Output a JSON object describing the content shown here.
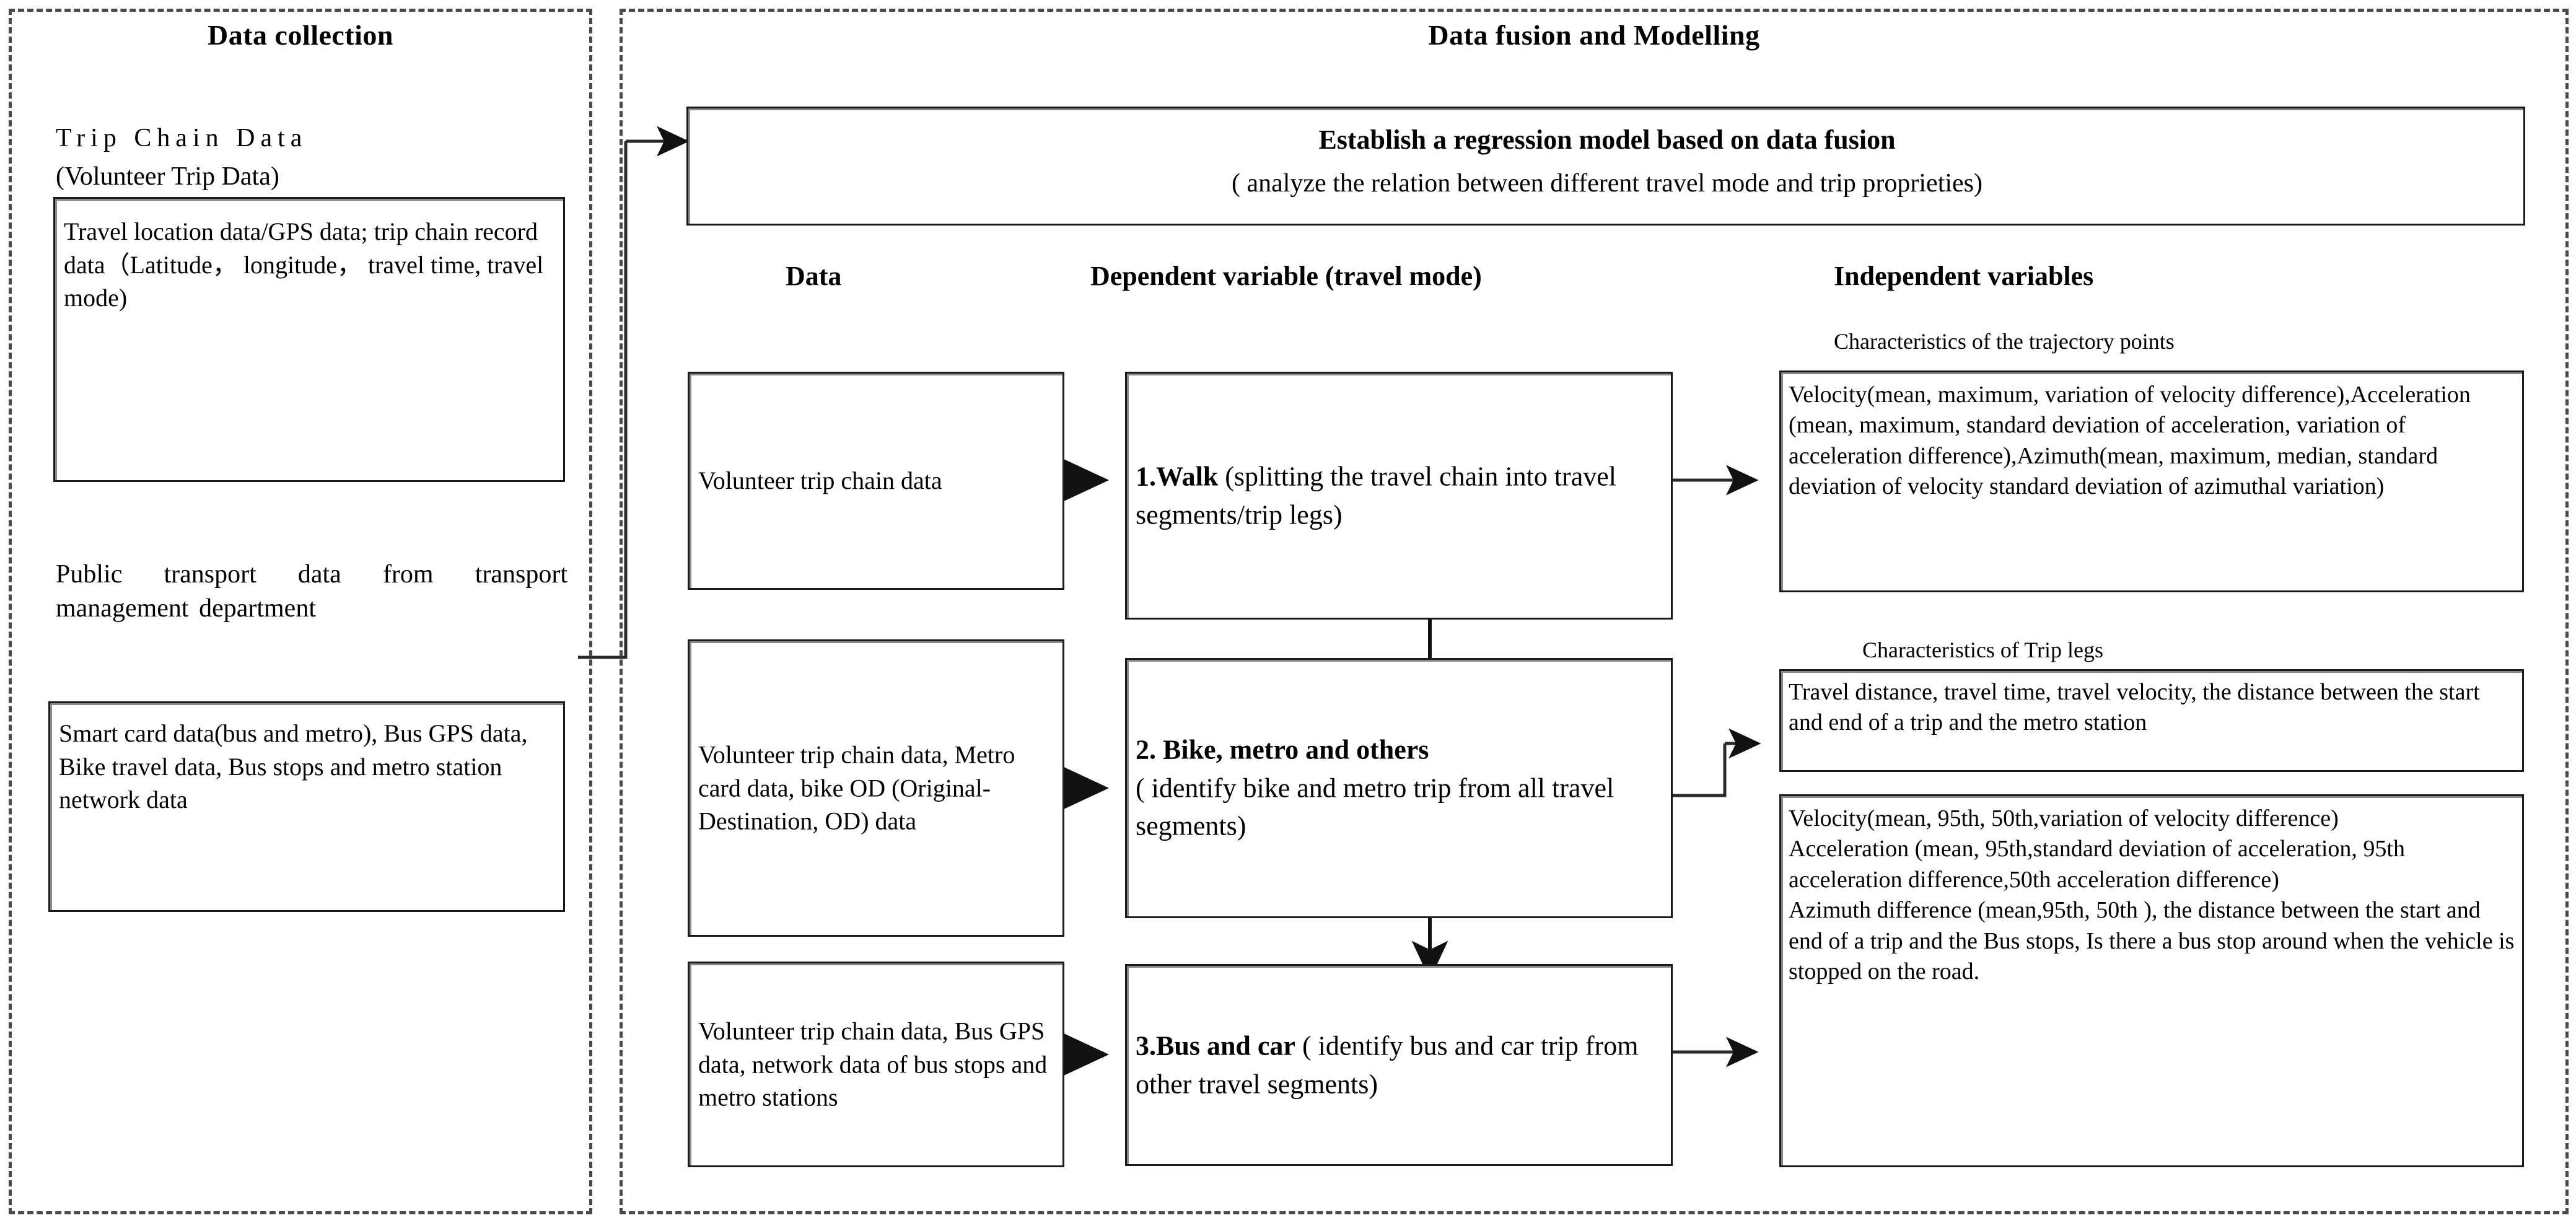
{
  "panels": {
    "left": {
      "title": "Data collection"
    },
    "right": {
      "title": "Data fusion and Modelling"
    }
  },
  "left_panel": {
    "source1": {
      "caption_line1": "Trip Chain Data",
      "caption_line2": "(Volunteer Trip Data)",
      "box_text": "Travel location data/GPS data; trip chain record data（Latitude， longitude， travel time, travel mode)"
    },
    "source2": {
      "caption": "Public transport data from transport management department",
      "box_text": "Smart card data(bus and metro), Bus GPS data, Bike travel data, Bus stops and metro station network data"
    }
  },
  "right_panel": {
    "model_box": {
      "title": "Establish a regression model based on data fusion",
      "subtitle": "( analyze the relation between different travel mode and trip proprieties)"
    },
    "column_headers": {
      "data": "Data",
      "dependent": "Dependent variable (travel mode)",
      "independent": "Independent variables"
    },
    "group_labels": {
      "trajectory_points": "Characteristics of the trajectory points",
      "trip_legs": "Characteristics of Trip legs"
    },
    "rows": [
      {
        "data": "Volunteer trip chain data",
        "dependent_bold": "1.Walk",
        "dependent_rest": " (splitting the travel chain into travel segments/trip legs)",
        "independent": "Velocity(mean, maximum, variation of velocity difference),Acceleration (mean, maximum, standard deviation of acceleration, variation of acceleration difference),Azimuth(mean, maximum, median, standard deviation of velocity  standard deviation of azimuthal variation)"
      },
      {
        "data": "Volunteer trip chain data, Metro card data, bike OD (Original- Destination, OD) data",
        "dependent_bold": "2. Bike, metro and others",
        "dependent_rest": "( identify bike and metro trip from all travel segments)",
        "independent": "Travel distance, travel time, travel velocity, the distance between the start and end of a trip and the metro station"
      },
      {
        "data": "Volunteer trip chain data, Bus GPS data, network data of bus stops and metro stations",
        "dependent_bold": "3.Bus and car",
        "dependent_rest": " ( identify bus and car trip from other travel segments)",
        "independent": "Velocity(mean, 95th,  50th,variation of velocity difference)\nAcceleration (mean, 95th,standard deviation of acceleration, 95th acceleration difference,50th acceleration difference)\nAzimuth difference (mean,95th,  50th ), the distance between the start and end of a trip and the Bus stops, Is there a bus stop around when the vehicle is stopped on the road."
      }
    ]
  },
  "colors": {
    "panel_border": "#4a4a4a",
    "box_border": "#1a1a1a",
    "box_shadow": "#8a8a8a",
    "text": "#000000",
    "background": "#ffffff"
  }
}
